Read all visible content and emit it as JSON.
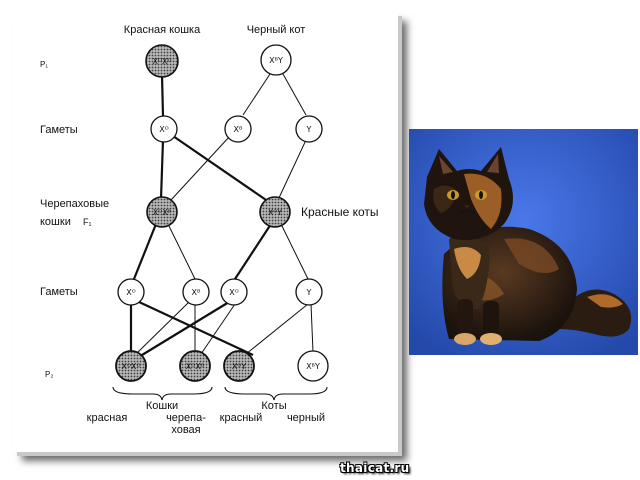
{
  "diagram": {
    "title_female": "Красная кошка",
    "title_male": "Черный кот",
    "row_p1": "Р₁",
    "row_gametes_1": "Гаметы",
    "row_f1_line1": "Черепаховые",
    "row_f1_line2": "кошки",
    "row_f1_mark": "F₁",
    "f1_male_label": "Красные коты",
    "row_gametes_2": "Гаметы",
    "row_p2": "Р₂",
    "nodes": {
      "p1_female": "XᴼXᴼ",
      "p1_male": "XᴮY",
      "g1_female": "Xᴼ",
      "g1_male_x": "Xᴮ",
      "g1_male_y": "Y",
      "f1_female": "XᴼXᴮ",
      "f1_male": "XᴼY",
      "g2_1": "Xᴼ",
      "g2_2": "Xᴮ",
      "g2_3": "Xᴼ",
      "g2_4": "Y",
      "p2_1": "XᴼXᴼ",
      "p2_2": "XᴼXᴮ",
      "p2_3": "XᴼY",
      "p2_4": "XᴮY"
    },
    "group_female": "Кошки",
    "group_male": "Коты",
    "offspring_1": "красная",
    "offspring_2_line1": "черепа-",
    "offspring_2_line2": "ховая",
    "offspring_3": "красный",
    "offspring_4": "черный"
  },
  "photo": {
    "subject": "tortoiseshell exotic cat",
    "background_color": "#2f5bd0"
  },
  "watermark": "thaicat.ru",
  "colors": {
    "shaded_node": "#8a8a8a",
    "line": "#111111",
    "shadow": "#6c6c6c"
  }
}
